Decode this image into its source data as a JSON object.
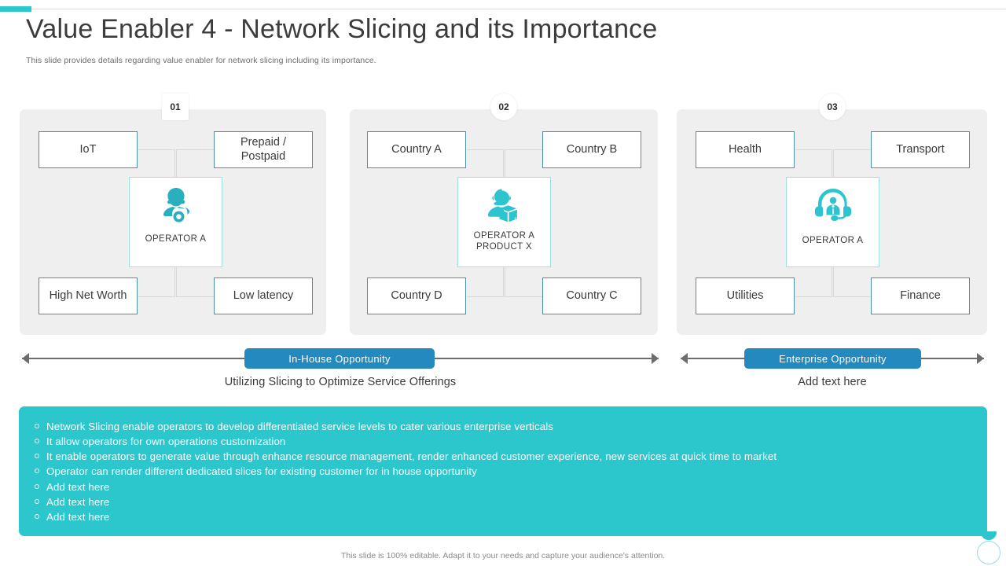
{
  "header": {
    "title": "Value Enabler 4 - Network Slicing and its Importance",
    "subtitle": "This slide provides details regarding value enabler for network slicing including its importance."
  },
  "colors": {
    "teal": "#2CC6CD",
    "pill_blue": "#2389BF",
    "panel_bg": "#EFEFEF",
    "node_border": "#4A90A8",
    "arrow_gray": "#6D6D6D"
  },
  "panels": [
    {
      "badge": "01",
      "badge_shape": "square",
      "center": {
        "label": "OPERATOR  A",
        "icon": "operator-gear-icon"
      },
      "nodes": {
        "top_left": "IoT",
        "top_right": "Prepaid /\nPostpaid",
        "bottom_left": "High Net Worth",
        "bottom_right": "Low latency"
      }
    },
    {
      "badge": "02",
      "badge_shape": "circle",
      "center": {
        "label": "OPERATOR  A\nPRODUCT  X",
        "icon": "operator-product-icon"
      },
      "nodes": {
        "top_left": "Country A",
        "top_right": "Country  B",
        "bottom_left": "Country  D",
        "bottom_right": "Country  C"
      }
    },
    {
      "badge": "03",
      "badge_shape": "circle",
      "center": {
        "label": "OPERATOR  A",
        "icon": "operator-headset-icon"
      },
      "nodes": {
        "top_left": "Health",
        "top_right": "Transport",
        "bottom_left": "Utilities",
        "bottom_right": "Finance"
      }
    }
  ],
  "opportunity_bands": [
    {
      "pill": "In-House  Opportunity",
      "caption": "Utilizing Slicing to Optimize Service Offerings"
    },
    {
      "pill": "Enterprise Opportunity",
      "caption": "Add text here"
    }
  ],
  "notes": [
    "Network Slicing enable operators to develop differentiated service levels to cater various enterprise verticals",
    "It allow operators for own operations customization",
    "It enable operators to generate value through  enhance resource management, render enhanced customer  experience, new services at quick time to market",
    "Operator can render different dedicated slices for existing customer for in house opportunity",
    "Add text here",
    "Add text here",
    "Add text here"
  ],
  "footer": "This slide is 100% editable. Adapt it to your needs and capture your audience's attention."
}
